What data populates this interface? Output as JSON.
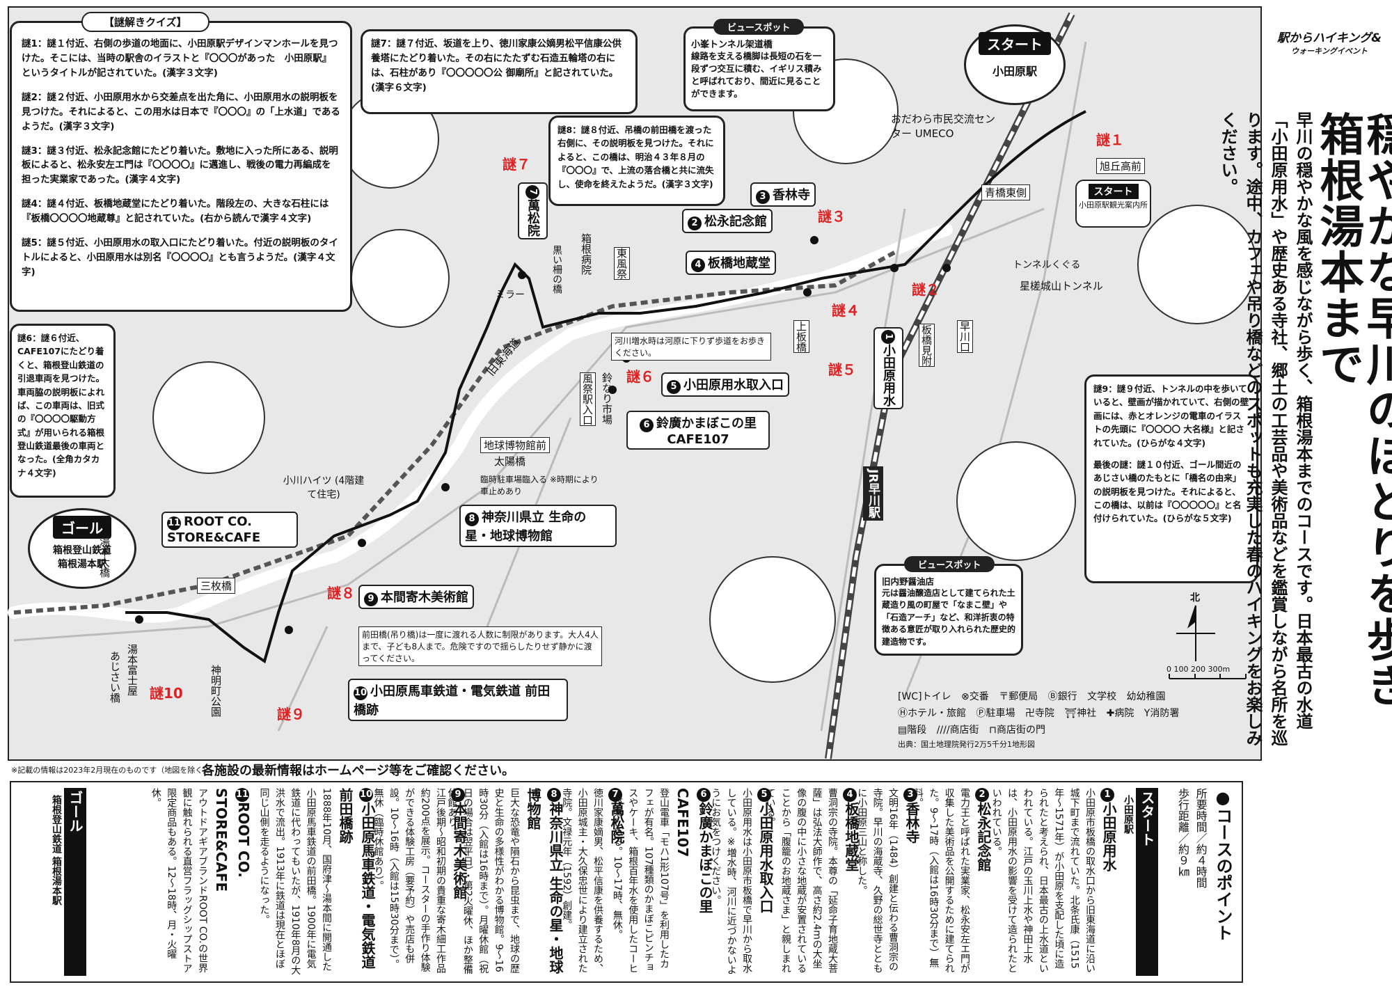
{
  "quiz": {
    "header": "【謎解きクイズ】",
    "q1": "謎1：謎１付近、右側の歩道の地面に、小田原駅デザインマンホールを見つけた。そこには、当時の駅舎のイラストと『〇〇〇があった　小田原駅』というタイトルが記されていた。(漢字３文字)",
    "q2": "謎2：謎２付近、小田原用水から交差点を出た角に、小田原用水の説明板を見つけた。それによると、この用水は日本で『〇〇〇』の「上水道」であるようだ。(漢字３文字)",
    "q3": "謎3：謎３付近、松永記念館にたどり着いた。敷地に入った所にある、説明板によると、松永安左エ門は『〇〇〇〇』に邁進し、戦後の電力再編成を担った実業家であった。(漢字４文字)",
    "q4": "謎4：謎４付近、板橋地蔵堂にたどり着いた。階段左の、大きな石柱には『板橋〇〇〇〇地蔵尊』と記されていた。(右から読んで漢字４文字)",
    "q5": "謎5：謎５付近、小田原用水の取入口にたどり着いた。付近の説明板のタイトルによると、小田原用水は別名『〇〇〇〇』とも言うようだ。(漢字４文字)",
    "q6": "謎6：謎６付近、CAFE107にたどり着くと、箱根登山鉄道の引退車両を見つけた。車両脇の説明板によれば、この車両は、旧式の『〇〇〇〇駆動方式』が用いられる箱根登山鉄道最後の車両となった。(全角カタカナ４文字)",
    "q7": "謎7：謎７付近、坂道を上り、徳川家康公嫡男松平信康公供養塔にたどり着いた。その右にたたずむ石造五輪塔の右には、石柱があり『〇〇〇〇〇公 御廟所』と記されていた。(漢字６文字)",
    "q8": "謎8：謎８付近、吊橋の前田橋を渡った右側に、その説明板を見つけた。それによると、この橋は、明治４３年８月の『〇〇〇』で、上流の落合橋と共に流失し、使命を終えたようだ。(漢字３文字)",
    "q9": "謎9：謎９付近、トンネルの中を歩いていると、壁画が描かれていて、右側の壁画には、赤とオレンジの電車のイラストの先頭に『〇〇〇〇 大名様』と記されていた。(ひらがな４文字)",
    "q10": "最後の謎：謎１０付近、ゴール間近のあじさい橋のたもとに「橋名の由来」の説明板を見つけた。それによると、この橋は、以前は『〇〇〇〇〇』と名付けられていた。(ひらがな５文字)"
  },
  "viewspot1": {
    "header": "ビュースポット",
    "title": "小峯トンネル架道橋",
    "text": "線路を支える橋脚は長短の石を一段ずつ交互に積む、イギリス積みと呼ばれており、間近に見ることができます。"
  },
  "viewspot2": {
    "header": "ビュースポット",
    "title": "旧内野醤油店",
    "text": "元は醤油醸造店として建てられた土蔵造り風の町屋で「なまこ壁」や「石造アーチ」など、和洋折衷の特徴ある意匠が取り入れられた歴史的建造物です。"
  },
  "start": {
    "label": "スタート",
    "station": "小田原駅",
    "sub_start": "スタート",
    "sub_place": "小田原駅観光案内所"
  },
  "goal": {
    "label": "ゴール",
    "line1": "箱根登山鉄道",
    "line2": "箱根湯本駅"
  },
  "logo": {
    "line1": "駅からハイキング&",
    "line2": "ウォーキングイベント"
  },
  "headline": "穏やかな早川のほとりを歩き、箱根湯本まで",
  "intro": "早川の穏やかな風を感じながら歩く、箱根湯本までのコースです。日本最古の水道「小田原用水」や歴史ある寺社、郷土の工芸品や美術品などを鑑賞しながら名所を巡ります。途中、カフェや吊り橋などのスポットも充実した春のハイキングをお楽しみください。",
  "map": {
    "spots": [
      {
        "no": "1",
        "name": "小田原用水"
      },
      {
        "no": "2",
        "name": "松永記念館"
      },
      {
        "no": "3",
        "name": "香林寺"
      },
      {
        "no": "4",
        "name": "板橋地蔵堂"
      },
      {
        "no": "5",
        "name": "小田原用水取入口"
      },
      {
        "no": "6",
        "name": "鈴廣かまぼこの里 CAFE107"
      },
      {
        "no": "7",
        "name": "萬松院"
      },
      {
        "no": "8",
        "name": "神奈川県立 生命の星・地球博物館"
      },
      {
        "no": "9",
        "name": "本間寄木美術館"
      },
      {
        "no": "10",
        "name": "小田原馬車鉄道・電気鉄道 前田橋跡"
      },
      {
        "no": "11",
        "name": "ROOT CO. STORE&CAFE"
      }
    ],
    "nazo": [
      "謎１",
      "謎２",
      "謎３",
      "謎４",
      "謎５",
      "謎６",
      "謎７",
      "謎８",
      "謎９",
      "謎10"
    ],
    "labels": {
      "umeco": "おだわら市民交流センター UMECO",
      "asahigaoka": "旭丘高前",
      "aohashi": "青橋東側",
      "seikijo": "星槎城山トンネル",
      "tunnel": "トンネルくぐる",
      "hayakawa_st": "JR早川駅",
      "hayakawa_guchi": "早川口",
      "itabashi_mitsuke": "板橋見附",
      "kami_itabashi": "上板橋",
      "kawahara": "河川増水時は河原に下りず歩道をお歩きください。",
      "chikyu": "地球博物館前",
      "taiyobashi": "太陽橋",
      "rinji": "臨時駐車場臨入る ※時期により車止めあり",
      "ogawa": "小川ハイツ (4階建て住宅)",
      "sanmaibashi": "三枚橋",
      "yumoto_ohashi": "湯本大橋",
      "yumoto_fujiya": "湯本富士屋",
      "ajisai": "あじさい橋",
      "shinmeicho": "神明町公園",
      "maedabashi_note": "前田橋(吊り橋)は一度に渡れる人数に制限があります。大人4人まで、子ども8人まで。危険ですので揺らしたりせず静かに渡ってください。",
      "kazamatsuri": "風祭駅入口",
      "suzunari": "鈴なり市場",
      "higashi_kazamatsuri": "東風祭",
      "hakone_hospital": "箱根病院",
      "kyutokaido": "旧東海道",
      "kurui_sakuranohashi": "黒い柵の橋",
      "mirror": "ミラー"
    },
    "legend": {
      "wc": "トイレ",
      "koban": "交番",
      "post": "郵便局",
      "bank": "銀行",
      "school": "学校",
      "kinder": "幼稚園",
      "hotel": "ホテル・旅館",
      "parking": "駐車場",
      "temple": "寺院",
      "shrine": "神社",
      "hospital": "病院",
      "fire": "消防署",
      "stairs": "階段",
      "shop": "商店街",
      "gate": "商店街の門",
      "source": "出典：国土地理院発行2万5千分1地形図",
      "north": "北",
      "scale": "0 100 200 300m"
    }
  },
  "footnote1": "※記載の情報は2023年2月現在のものです（地図を除く）。",
  "footnote2": "各施設の最新情報はホームページ等をご確認ください。",
  "points": {
    "title": "●コースのポイント",
    "time": "所要時間／約４時間",
    "distance": "歩行距離／約９㎞",
    "start": "スタート",
    "start_place": "小田原駅",
    "items": [
      {
        "no": "1",
        "title": "小田原用水",
        "text": "小田原市板橋の取水口から旧東海道に沿い城下町まで流れていた。北条氏康（1515年～1571年）が小田原を支配した頃に造られたと考えられ、日本最古の上水道といわれている。江戸の玉川上水や神田上水は、小田原用水の影響を受けて造られたといわれている。"
      },
      {
        "no": "2",
        "title": "松永記念館",
        "text": "電力王と呼ばれた実業家、松永安左エ門が収集した美術品を公開するために建てられた。9〜17時（入館は16時30分まで）無料。"
      },
      {
        "no": "3",
        "title": "香林寺",
        "text": "文明16年（1484）創建と伝わる曹洞宗の寺院。早川の海蔵寺、久野の総世寺とともに小田原三山と称した。"
      },
      {
        "no": "4",
        "title": "板橋地蔵堂",
        "text": "曹洞宗の寺院。本尊の「延命子育地蔵大菩薩」は弘法大師作で、高さ約2.4mの大坐像の腹の中に小さな地蔵が安置されていることから「腹籠のお地蔵さま」と親しまれている。"
      },
      {
        "no": "5",
        "title": "小田原用水取入口",
        "text": "小田原用水は小田原市板橋で早川から取水している。※増水時、河川に近づかないようにお気をつけください。"
      },
      {
        "no": "6",
        "title": "鈴廣かまぼこの里 CAFE107",
        "text": "登山電車「モハ1形107号」を利用したカフェが有名。107種類のかまぼこピンチョスやケーキ、箱根百年水を使用したコーヒーが楽しめる。10〜17時、無休。"
      },
      {
        "no": "7",
        "title": "萬松院",
        "text": "徳川家康嫡男、松平信康を供養するため、小田原城主・大久保忠世により建立された寺院。文禄元年（1592）創建。"
      },
      {
        "no": "8",
        "title": "神奈川県立 生命の星・地球博物館",
        "text": "巨大な恐竜や隕石から昆虫まで、地球の歴史と生命の多様性がわかる博物館。9〜16時30分（入館は16時まで）。月曜休館（祝日の場合は翌平日）・第2火曜休、ほか整備休館あり。"
      },
      {
        "no": "9",
        "title": "本間寄木美術館",
        "text": "江戸後期〜昭和初期の貴重な寄木細工作品約200点を展示。コースターの手作り体験ができる体験工房（要予約）や売店も併設。10〜16時（入館は15時30分まで）。無休（臨時休館あり）。"
      },
      {
        "no": "10",
        "title": "小田原馬車鉄道・電気鉄道 前田橋跡",
        "text": "1888年10月、国府津〜湯本間に開通した小田原馬車鉄道の前田橋。1900年に電気鉄道に代わってもいたが、1910年8月の大洪水で流出。1913年に鉄道は現在とほぼ同じ山側を走るようになった。"
      },
      {
        "no": "11",
        "title": "ROOT CO. STORE&CAFE",
        "text": "アウトドアギアブランドROOT CO.の世界観に触れられる直営フラッグシップストア限定商品もある。12〜18時、月・火曜休。"
      }
    ],
    "goal": "ゴール",
    "goal_place": "箱根登山鉄道 箱根湯本駅"
  }
}
